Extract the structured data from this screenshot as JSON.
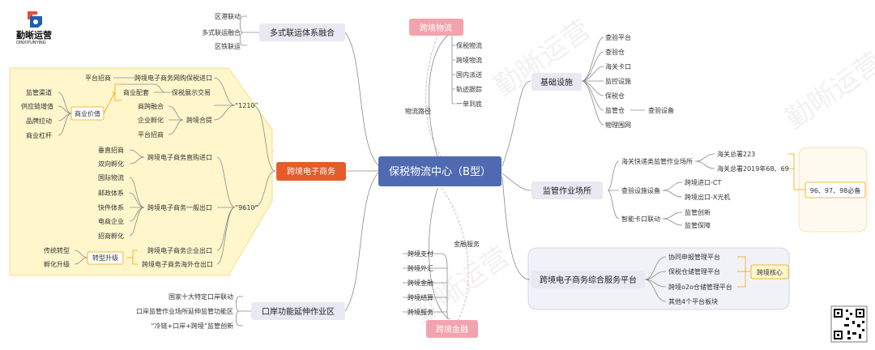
{
  "logo": {
    "name": "勤晰运营",
    "sub": "QINXIYUNYING"
  },
  "watermark": "勤晰运营",
  "center": "保税物流中心（B型）",
  "links": {
    "logistics_path": "物流路径",
    "finance_service": "金融服务"
  },
  "top": {
    "title": "跨境物流",
    "items": [
      "保税物流",
      "跨境物流",
      "国内派送",
      "轨迹跟踪",
      "一单到底"
    ]
  },
  "bottom": {
    "title": "跨境金融",
    "items": [
      "跨境支付",
      "跨境外汇",
      "跨境金融",
      "跨境结算",
      "跨境服务"
    ]
  },
  "multimodal": {
    "title": "多式联运体系融合",
    "items": [
      "区港联动",
      "多式联运融合",
      "区铁联运"
    ]
  },
  "port": {
    "title": "口岸功能延伸作业区",
    "items": [
      "国家十大特定口岸联动",
      "口岸监管作业场所延伸监管功能区",
      "“冷链+口岸+跨境”监管创新"
    ]
  },
  "infra": {
    "title": "基础设施",
    "items": [
      "查验平台",
      "查验仓",
      "海关卡口",
      "监控设施",
      "保税仓",
      "监管仓",
      "物理围网"
    ],
    "sub": "查验设备"
  },
  "supervision": {
    "title": "监管作业场所",
    "fast": "海关快递类监管作业场所",
    "fast_items": [
      "海关总署223",
      "海关总署2019年68、69"
    ],
    "inspect": "查验设施设备",
    "inspect_items": [
      "跨境进口-CT",
      "跨境出口-X光机"
    ],
    "gate": "智能卡口联动",
    "gate_items": [
      "监管创新",
      "监管保障"
    ],
    "must": "96、97、98必备"
  },
  "platform": {
    "title": "跨境电子商务综合服务平台",
    "items": [
      "协同申报管理平台",
      "保税仓储管理平台",
      "跨境o2o仓储管理平台",
      "其他4个平台板块"
    ],
    "core": "跨境核心"
  },
  "ecommerce": {
    "title": "跨境电子商务",
    "mode1210": {
      "label": "“1210”",
      "a": "跨境电子商务网购保税进口",
      "a_items": [
        "平台招商",
        "商业配套"
      ],
      "show": "保税展示交易",
      "value": "商业价值",
      "value_items": [
        "监管渠道",
        "供应链增值",
        "品牌拉动",
        "商业杠杆"
      ],
      "upgrade": "跨境合提",
      "upgrade_items": [
        "商跨融合",
        "企业孵化",
        "平台招商"
      ]
    },
    "mode9610": {
      "label": "“9610”",
      "direct": "跨境电子商务直购进口",
      "direct_items": [
        "垂直招商",
        "双向孵化"
      ],
      "general": "跨境电子商务一般出口",
      "general_items": [
        "国际物流",
        "邮政体系",
        "快件体系",
        "电商企业",
        "招商孵化"
      ],
      "b2b": "跨境电子商务企业出口",
      "overseas": "跨境电子商务海外仓出口",
      "transform": "转型升级",
      "transform_items": [
        "传统转型",
        "孵化升级"
      ]
    }
  }
}
